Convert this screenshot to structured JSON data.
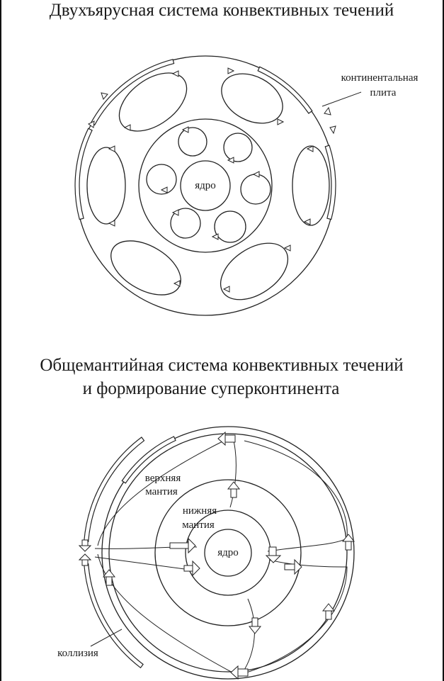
{
  "titles": {
    "top": "Двухъярусная система конвективных течений",
    "bottom_line1": "Общемантийная система конвективных течений",
    "bottom_line2": "и формирование суперконтинента"
  },
  "labels": {
    "continental_plate_line1": "континентальная",
    "continental_plate_line2": "плита",
    "core_top": "ядро",
    "core_bottom": "ядро",
    "upper_mantle_line1": "верхняя",
    "upper_mantle_line2": "мантия",
    "lower_mantle_line1": "нижняя",
    "lower_mantle_line2": "мантия",
    "collision": "коллизия"
  }
}
